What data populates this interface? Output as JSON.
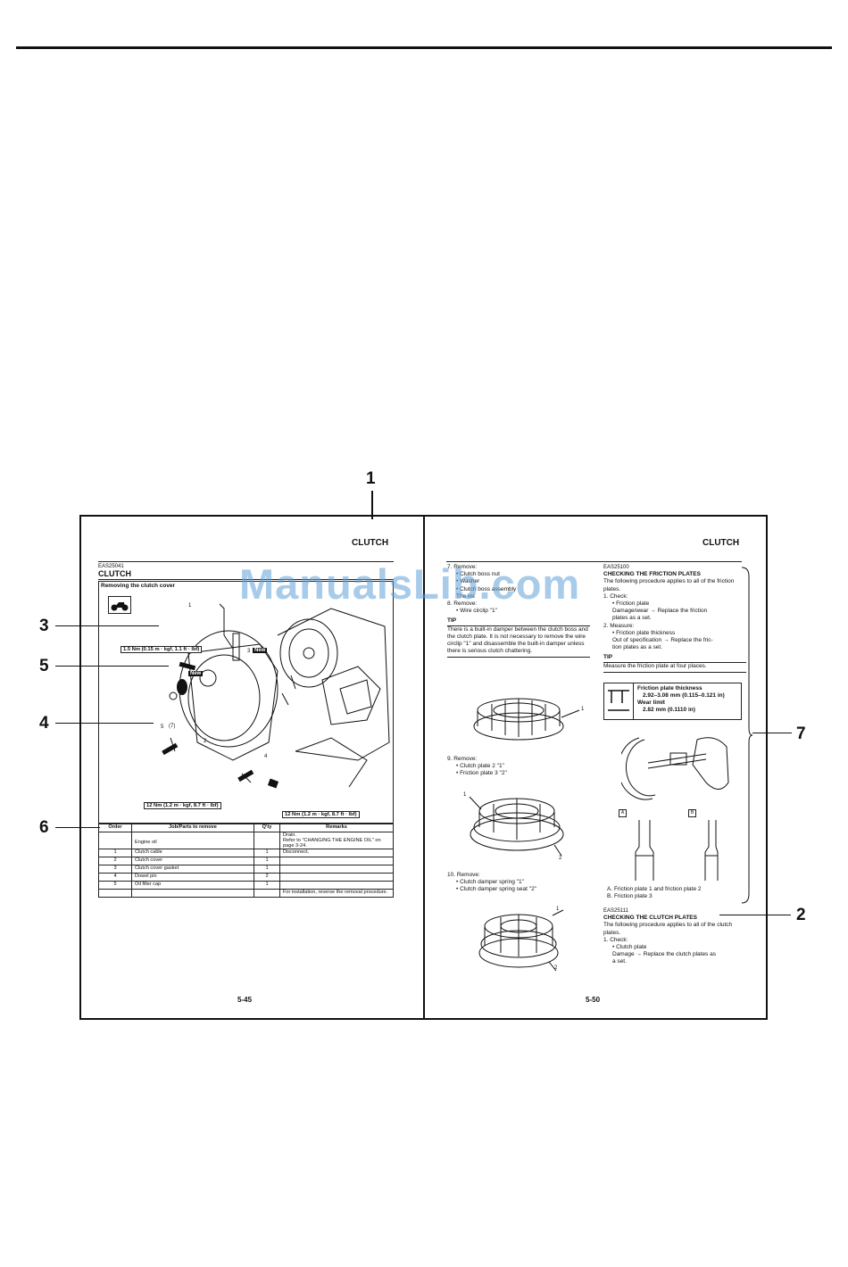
{
  "callouts": {
    "c1": "1",
    "c2": "2",
    "c3": "3",
    "c4": "4",
    "c5": "5",
    "c6": "6",
    "c7": "7"
  },
  "left_page": {
    "header": "CLUTCH",
    "code": "EAS25041",
    "title": "CLUTCH",
    "section": "Removing the clutch cover",
    "torque1": "1.5 Nm (0.15 m · kgf, 1.1 ft · lbf)",
    "torque2": "12 Nm (1.2 m · kgf, 8.7 ft · lbf)",
    "torque3": "12 Nm (1.2 m · kgf, 8.7 ft · lbf)",
    "new_label": "New",
    "labels": {
      "l1": "1",
      "l2": "2",
      "l3": "3",
      "l4": "4",
      "l5": "5",
      "l7": "(7)"
    },
    "table": {
      "headers": [
        "Order",
        "Job/Parts to remove",
        "Q'ty",
        "Remarks"
      ],
      "rows": [
        [
          "",
          "Engine oil",
          "",
          "Drain.\nRefer to \"CHANGING THE ENGINE OIL\" on page 3-24."
        ],
        [
          "1",
          "Clutch cable",
          "1",
          "Disconnect."
        ],
        [
          "2",
          "Clutch cover",
          "1",
          ""
        ],
        [
          "3",
          "Clutch cover gasket",
          "1",
          ""
        ],
        [
          "4",
          "Dowel pin",
          "2",
          ""
        ],
        [
          "5",
          "Oil filler cap",
          "1",
          ""
        ],
        [
          "",
          "",
          "",
          "For installation, reverse the removal procedure."
        ]
      ]
    },
    "page_number": "5-45"
  },
  "right_page": {
    "header": "CLUTCH",
    "step7": "7.  Remove:",
    "step7_items": [
      "• Clutch boss nut",
      "• Washer",
      "• Clutch boss assembly",
      "  The list"
    ],
    "step8": "8.  Remove:",
    "step8_items": [
      "• Wire circlip \"1\""
    ],
    "tip1_label": "TIP",
    "tip1_text": "There is a built-in damper between the clutch boss and the clutch plate. It is not necessary to remove the wire circlip \"1\" and disassemble the built-in damper unless there is serious clutch chattering.",
    "step9": "9.  Remove:",
    "step9_items": [
      "• Clutch plate 2 \"1\"",
      "• Friction plate 3 \"2\""
    ],
    "step10": "10. Remove:",
    "step10_items": [
      "• Clutch damper spring \"1\"",
      "• Clutch damper spring seat \"2\""
    ],
    "col2": {
      "code1": "EAS25100",
      "heading1": "CHECKING THE FRICTION PLATES",
      "intro1": "The following procedure applies to all of the friction plates.",
      "check1": "1.  Check:",
      "check1_items": [
        "• Friction plate",
        "  Damage/wear → Replace the friction",
        "  plates as a set."
      ],
      "measure": "2.  Measure:",
      "measure_items": [
        "• Friction plate thickness",
        "  Out of specification → Replace the fric-",
        "  tion plates as a set."
      ],
      "tip2_label": "TIP",
      "tip2_text": "Measure the friction plate at four places.",
      "spec_title": "Friction plate thickness",
      "spec_value": "2.92–3.08 mm (0.115–0.121 in)",
      "wear_title": "Wear limit",
      "wear_value": "2.82 mm (0.1110 in)",
      "box_a": "A",
      "box_b": "B",
      "caption_a": "A.  Friction plate 1 and friction plate 2",
      "caption_b": "B.  Friction plate 3",
      "code2": "EAS25111",
      "heading2": "CHECKING THE CLUTCH PLATES",
      "intro2": "The following procedure applies to all of the clutch plates.",
      "check2": "1.  Check:",
      "check2_items": [
        "• Clutch plate",
        "  Damage → Replace the clutch plates as",
        "  a set."
      ]
    },
    "fig_labels": {
      "f1": "1",
      "f2a": "1",
      "f2b": "2",
      "f3a": "1",
      "f3b": "2"
    },
    "page_number": "5-50"
  },
  "watermark": "ManualsLib.com"
}
